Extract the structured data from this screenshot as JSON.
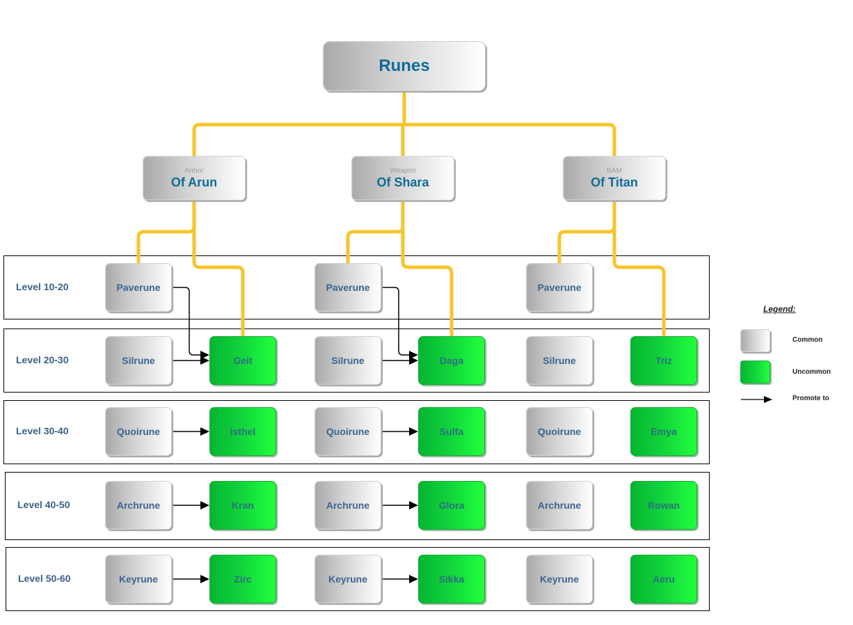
{
  "root": {
    "label": "Runes"
  },
  "branches": [
    {
      "category": "Armor",
      "name": "Of Arun"
    },
    {
      "category": "Weapon",
      "name": "Of Shara"
    },
    {
      "category": "BAM",
      "name": "Of Titan"
    }
  ],
  "levels": [
    {
      "label": "Level 10-20",
      "cells": [
        {
          "text": "Paverune",
          "type": "common"
        },
        null,
        {
          "text": "Paverune",
          "type": "common"
        },
        null,
        {
          "text": "Paverune",
          "type": "common"
        },
        null
      ]
    },
    {
      "label": "Level 20-30",
      "cells": [
        {
          "text": "Silrune",
          "type": "common"
        },
        {
          "text": "Geit",
          "type": "uncommon"
        },
        {
          "text": "Silrune",
          "type": "common"
        },
        {
          "text": "Daga",
          "type": "uncommon"
        },
        {
          "text": "Silrune",
          "type": "common"
        },
        {
          "text": "Triz",
          "type": "uncommon"
        }
      ]
    },
    {
      "label": "Level 30-40",
      "cells": [
        {
          "text": "Quoirune",
          "type": "common"
        },
        {
          "text": "Isthel",
          "type": "uncommon"
        },
        {
          "text": "Quoirune",
          "type": "common"
        },
        {
          "text": "Sulfa",
          "type": "uncommon"
        },
        {
          "text": "Quoirune",
          "type": "common"
        },
        {
          "text": "Emya",
          "type": "uncommon"
        }
      ]
    },
    {
      "label": "Level 40-50",
      "cells": [
        {
          "text": "Archrune",
          "type": "common"
        },
        {
          "text": "Kran",
          "type": "uncommon"
        },
        {
          "text": "Archrune",
          "type": "common"
        },
        {
          "text": "Glora",
          "type": "uncommon"
        },
        {
          "text": "Archrune",
          "type": "common"
        },
        {
          "text": "Rowan",
          "type": "uncommon"
        }
      ]
    },
    {
      "label": "Level 50-60",
      "cells": [
        {
          "text": "Keyrune",
          "type": "common"
        },
        {
          "text": "Zirc",
          "type": "uncommon"
        },
        {
          "text": "Keyrune",
          "type": "common"
        },
        {
          "text": "Sikka",
          "type": "uncommon"
        },
        {
          "text": "Keyrune",
          "type": "common"
        },
        {
          "text": "Aeru",
          "type": "uncommon"
        }
      ]
    }
  ],
  "promotions": [
    {
      "from": [
        0,
        0
      ],
      "to": [
        1,
        1
      ]
    },
    {
      "from": [
        0,
        2
      ],
      "to": [
        1,
        3
      ]
    },
    {
      "from": [
        1,
        0
      ],
      "to": [
        1,
        1
      ]
    },
    {
      "from": [
        1,
        2
      ],
      "to": [
        1,
        3
      ]
    },
    {
      "from": [
        2,
        0
      ],
      "to": [
        2,
        1
      ]
    },
    {
      "from": [
        2,
        2
      ],
      "to": [
        2,
        3
      ]
    },
    {
      "from": [
        3,
        0
      ],
      "to": [
        3,
        1
      ]
    },
    {
      "from": [
        3,
        2
      ],
      "to": [
        3,
        3
      ]
    },
    {
      "from": [
        4,
        0
      ],
      "to": [
        4,
        1
      ]
    },
    {
      "from": [
        4,
        2
      ],
      "to": [
        4,
        3
      ]
    }
  ],
  "legend": {
    "title": "Legend:",
    "common": "Common",
    "uncommon": "Uncommon",
    "promote": "Promote to"
  },
  "colors": {
    "connector": "#f7c52d",
    "arrow": "#000000"
  }
}
